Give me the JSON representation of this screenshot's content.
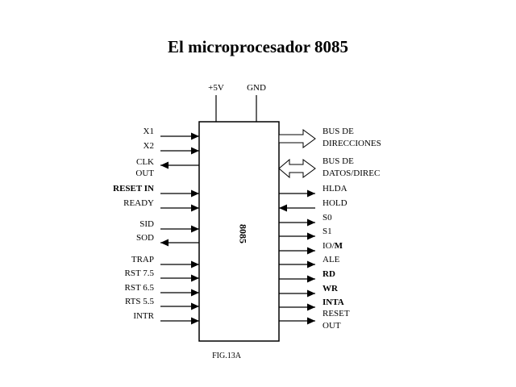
{
  "title": "El microprocesador 8085",
  "chip_label": "8085",
  "caption": "FIG.13A",
  "top_pins": [
    "+5V",
    "GND"
  ],
  "left_pins": [
    {
      "id": "x1",
      "lines": [
        "X1"
      ],
      "dir": "in",
      "bold": false
    },
    {
      "id": "x2",
      "lines": [
        "X2"
      ],
      "dir": "in",
      "bold": false
    },
    {
      "id": "clk-out",
      "lines": [
        "CLK",
        "OUT"
      ],
      "dir": "out",
      "bold": false
    },
    {
      "id": "reset-in",
      "lines": [
        "RESET IN"
      ],
      "dir": "in",
      "bold": true
    },
    {
      "id": "ready",
      "lines": [
        "READY"
      ],
      "dir": "in",
      "bold": false
    },
    {
      "id": "sid",
      "lines": [
        "SID"
      ],
      "dir": "in",
      "bold": false
    },
    {
      "id": "sod",
      "lines": [
        "SOD"
      ],
      "dir": "out",
      "bold": false
    },
    {
      "id": "trap",
      "lines": [
        "TRAP"
      ],
      "dir": "in",
      "bold": false
    },
    {
      "id": "rst-7-5",
      "lines": [
        "RST 7.5"
      ],
      "dir": "in",
      "bold": false
    },
    {
      "id": "rst-6-5",
      "lines": [
        "RST 6.5"
      ],
      "dir": "in",
      "bold": false
    },
    {
      "id": "rts-5-5",
      "lines": [
        "RTS 5.5"
      ],
      "dir": "in",
      "bold": false
    },
    {
      "id": "intr",
      "lines": [
        "INTR"
      ],
      "dir": "in",
      "bold": false
    }
  ],
  "right_pins": [
    {
      "id": "address-bus",
      "lines": [
        "BUS DE",
        "DIRECCIONES"
      ],
      "dir": "bus-out",
      "bold": false
    },
    {
      "id": "data-bus",
      "lines": [
        "BUS DE",
        "DATOS/DIREC"
      ],
      "dir": "bus-bidir",
      "bold": false
    },
    {
      "id": "hlda",
      "lines": [
        "HLDA"
      ],
      "dir": "out",
      "bold": false
    },
    {
      "id": "hold",
      "lines": [
        "HOLD"
      ],
      "dir": "in",
      "bold": false
    },
    {
      "id": "s0",
      "lines": [
        "S0"
      ],
      "dir": "out",
      "bold": false
    },
    {
      "id": "s1",
      "lines": [
        "S1"
      ],
      "dir": "out",
      "bold": false
    },
    {
      "id": "io-m",
      "lines": [
        "IO/M"
      ],
      "dir": "out",
      "bold": false
    },
    {
      "id": "ale",
      "lines": [
        "ALE"
      ],
      "dir": "out",
      "bold": false
    },
    {
      "id": "rd",
      "lines": [
        "RD"
      ],
      "dir": "out",
      "bold": true
    },
    {
      "id": "wr",
      "lines": [
        "WR"
      ],
      "dir": "out",
      "bold": true
    },
    {
      "id": "inta",
      "lines": [
        "INTA"
      ],
      "dir": "out",
      "bold": true
    },
    {
      "id": "reset-out",
      "lines": [
        "RESET",
        "OUT"
      ],
      "dir": "out",
      "bold": false
    }
  ]
}
